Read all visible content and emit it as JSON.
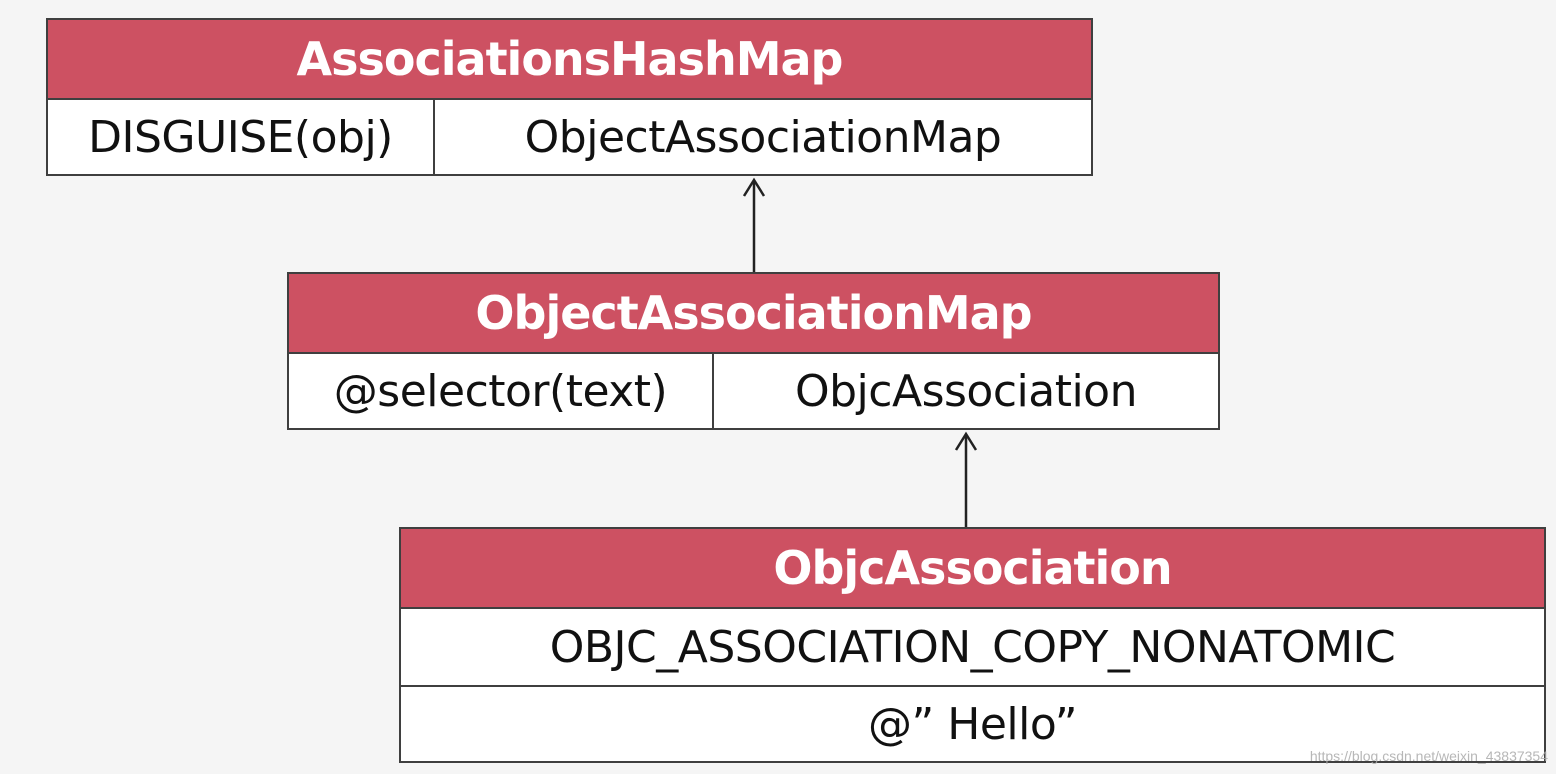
{
  "tables": {
    "associations_hash_map": {
      "title": "AssociationsHashMap",
      "key": "DISGUISE(obj)",
      "value": "ObjectAssociationMap"
    },
    "object_association_map": {
      "title": "ObjectAssociationMap",
      "key": "@selector(text)",
      "value": "ObjcAssociation"
    },
    "objc_association": {
      "title": "ObjcAssociation",
      "policy": "OBJC_ASSOCIATION_COPY_NONATOMIC",
      "value": "@” Hello”"
    }
  },
  "colors": {
    "header": "#cd5162",
    "border": "#3f3f3f",
    "arrow": "#222222"
  },
  "watermark": "https://blog.csdn.net/weixin_43837354"
}
